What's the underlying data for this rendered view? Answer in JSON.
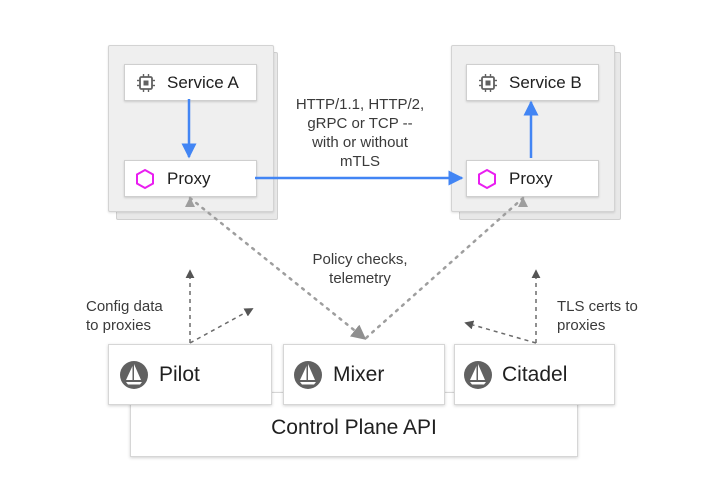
{
  "services": {
    "a": {
      "label": "Service A",
      "icon": "chip-icon"
    },
    "b": {
      "label": "Service B",
      "icon": "chip-icon"
    }
  },
  "proxies": {
    "a": {
      "label": "Proxy",
      "icon": "hexagon-icon"
    },
    "b": {
      "label": "Proxy",
      "icon": "hexagon-icon"
    }
  },
  "link_label": [
    "HTTP/1.1, HTTP/2,",
    "gRPC or TCP --",
    "with or without",
    "mTLS"
  ],
  "policy_label": [
    "Policy checks,",
    "telemetry"
  ],
  "config_label": [
    "Config data",
    "to proxies"
  ],
  "certs_label": [
    "TLS certs to",
    "proxies"
  ],
  "components": {
    "pilot": {
      "label": "Pilot",
      "icon": "sail-icon"
    },
    "mixer": {
      "label": "Mixer",
      "icon": "sail-icon"
    },
    "citadel": {
      "label": "Citadel",
      "icon": "sail-icon"
    }
  },
  "control_plane": {
    "label": "Control Plane API"
  },
  "colors": {
    "data_flow": "#4285f4",
    "control_flow": "#9e9e9e",
    "proxy_icon": "#e91ef0",
    "component_icon": "#616161"
  }
}
